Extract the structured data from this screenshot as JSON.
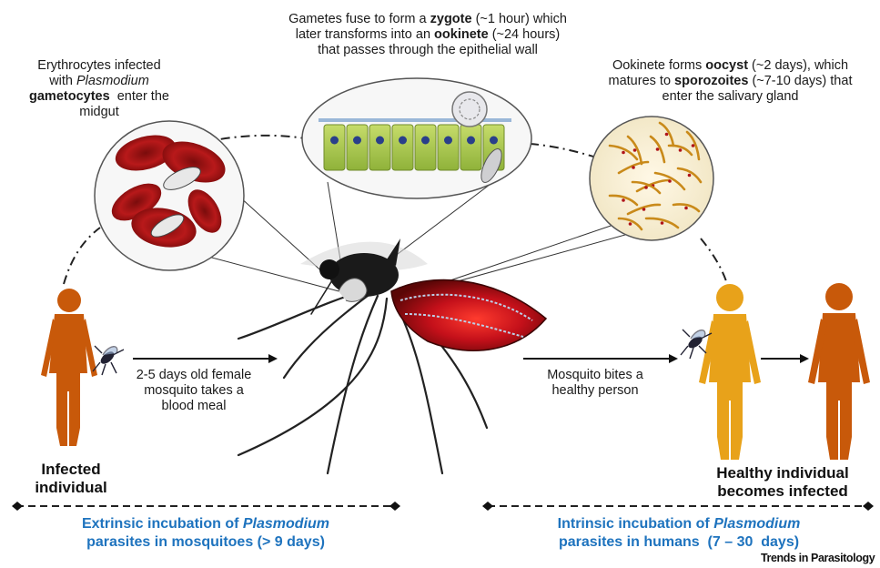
{
  "captions": {
    "midgut": {
      "l1": "Erythrocytes infected",
      "l2a": "with ",
      "l2b": "Plasmodium",
      "l3a": "gametocytes",
      "l3b": "  enter the",
      "l4": "midgut"
    },
    "zygote": {
      "l1a": "Gametes fuse to form a ",
      "l1b": "zygote",
      "l1c": " (~1 hour) which",
      "l2a": "later transforms into an ",
      "l2b": "ookinete",
      "l2c": " (~24 hours)",
      "l3": "that passes through the epithelial wall"
    },
    "oocyst": {
      "l1a": "Ookinete forms ",
      "l1b": "oocyst",
      "l1c": " (~2 days), which",
      "l2a": "matures to ",
      "l2b": "sporozoites",
      "l2c": " (~7-10 days) that",
      "l3": "enter the salivary gland"
    },
    "blood_meal": {
      "l1": "2-5 days old female",
      "l2": "mosquito takes a",
      "l3": "blood meal"
    },
    "bite": {
      "l1": "Mosquito bites a",
      "l2": "healthy person"
    }
  },
  "people": {
    "infected": {
      "l1": "Infected",
      "l2": "individual"
    },
    "healthy": {
      "l1": "Healthy individual",
      "l2": "becomes infected"
    }
  },
  "phases": {
    "extrinsic": {
      "l1a": "Extrinsic incubation of ",
      "l1b": "Plasmodium",
      "l2": "parasites in mosquitoes (> 9 days)"
    },
    "intrinsic": {
      "l1a": "Intrinsic incubation of ",
      "l1b": "Plasmodium",
      "l2": "parasites in humans  (7 – 30  days)"
    }
  },
  "brand": "Trends in Parasitology",
  "colors": {
    "phase_text": "#1e73be",
    "person_orange": "#c8590a",
    "person_yellow": "#e8a21a",
    "cell_green": "#a8c84a",
    "blood_red": "#b0141a"
  }
}
